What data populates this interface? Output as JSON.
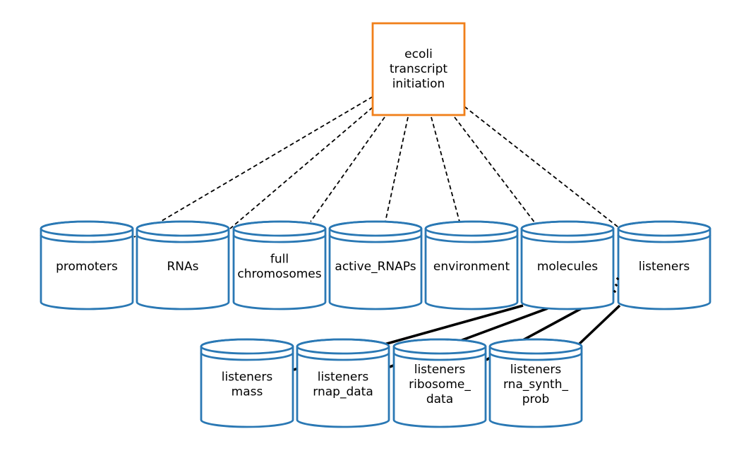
{
  "colors": {
    "store": "#2a78b4",
    "process": "#f07f1a",
    "edge": "#000000"
  },
  "process": {
    "label_lines": [
      "ecoli",
      "transcript",
      "initiation"
    ]
  },
  "stores": [
    {
      "id": "promoters",
      "label_lines": [
        "promoters"
      ]
    },
    {
      "id": "rnas",
      "label_lines": [
        "RNAs"
      ]
    },
    {
      "id": "full-chromosomes",
      "label_lines": [
        "full",
        "chromosomes"
      ]
    },
    {
      "id": "active-rnaps",
      "label_lines": [
        "active_RNAPs"
      ]
    },
    {
      "id": "environment",
      "label_lines": [
        "environment"
      ]
    },
    {
      "id": "molecules",
      "label_lines": [
        "molecules"
      ]
    },
    {
      "id": "listeners",
      "label_lines": [
        "listeners"
      ]
    }
  ],
  "substores": [
    {
      "id": "listeners-mass",
      "label_lines": [
        "listeners",
        "mass"
      ]
    },
    {
      "id": "listeners-rnap-data",
      "label_lines": [
        "listeners",
        "rnap_data"
      ]
    },
    {
      "id": "listeners-ribosome-data",
      "label_lines": [
        "listeners",
        "ribosome_",
        "data"
      ]
    },
    {
      "id": "listeners-rna-synth-prob",
      "label_lines": [
        "listeners",
        "rna_synth_",
        "prob"
      ]
    }
  ],
  "edges": {
    "process_to_stores": [
      "promoters",
      "rnas",
      "full-chromosomes",
      "active-rnaps",
      "environment",
      "molecules",
      "listeners"
    ],
    "listeners_to_substores": [
      "listeners-mass",
      "listeners-rnap-data",
      "listeners-ribosome-data",
      "listeners-rna-synth-prob"
    ]
  }
}
